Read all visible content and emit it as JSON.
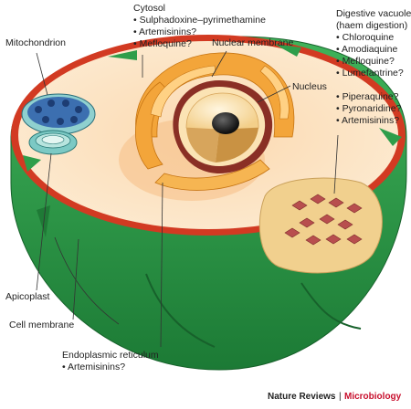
{
  "labels": {
    "mitochondrion": "Mitochondrion",
    "cytosol": {
      "title": "Cytosol",
      "items": [
        "• Sulphadoxine–pyrimethamine",
        "• Artemisinins?",
        "• Mefloquine?"
      ]
    },
    "nuclear_membrane": "Nuclear membrane",
    "nucleus": "Nucleus",
    "digestive_vacuole": {
      "title_line1": "Digestive vacuole",
      "title_line2": "(haem digestion)",
      "items": [
        "• Chloroquine",
        "• Amodiaquine",
        "• Mefloquine?",
        "• Lumefantrine?",
        "• Piperaquine?",
        "• Pyronaridine?",
        "• Artemisinins?"
      ]
    },
    "apicoplast": "Apicoplast",
    "cell_membrane": "Cell membrane",
    "endoplasmic_reticulum": {
      "title": "Endoplasmic reticulum",
      "items": [
        "• Artemisinins?"
      ]
    }
  },
  "credit": {
    "journal": "Nature Reviews",
    "separator": "|",
    "section": "Microbiology"
  },
  "colors": {
    "membrane_green": "#2e9e4a",
    "membrane_dark": "#1f7a36",
    "membrane_red": "#d23a22",
    "cytoplasm": "#fde7c8",
    "er_orange": "#f3a53a",
    "nucleus_cream": "#fbe3b4",
    "vacuole": "#f1d08e",
    "haem_crystal": "#b84e4e",
    "mito_blue": "#3c6fb0",
    "apicoplast_teal": "#6cc3c0",
    "microbiology_red": "#c8102e"
  }
}
